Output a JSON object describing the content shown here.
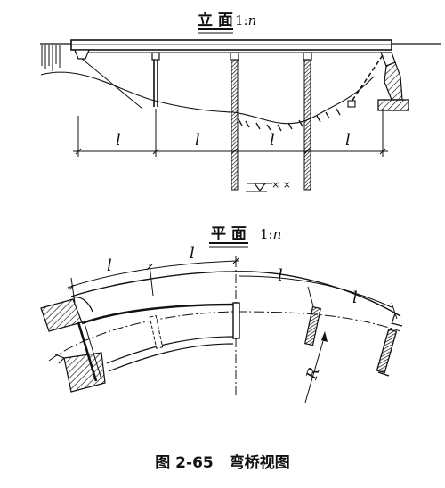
{
  "elevation": {
    "title": "立 面",
    "scale": "1:",
    "scale_var": "n"
  },
  "plan": {
    "title": "平 面",
    "scale": "1:",
    "scale_var": "n"
  },
  "span_symbol": "l",
  "radius_symbol": "R",
  "water_marks": "× ×",
  "caption": {
    "number": "图 2-65",
    "text": "弯桥视图"
  }
}
